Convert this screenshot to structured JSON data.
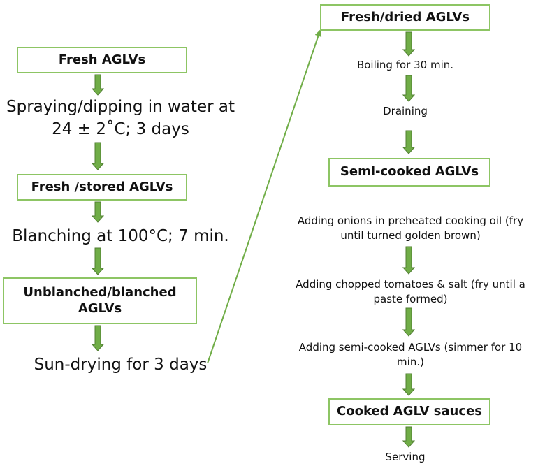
{
  "left_column": {
    "box_fresh": "Fresh AGLVs",
    "step_spraying_line1": "Spraying/dipping in water at",
    "step_spraying_line2": "24 ± 2˚C; 3 days",
    "box_fresh_stored": "Fresh /stored AGLVs",
    "step_blanching": "Blanching at 100°C; 7 min.",
    "box_unblanched_line1": "Unblanched/blanched",
    "box_unblanched_line2": "AGLVs",
    "step_sun_drying": "Sun-drying for 3 days"
  },
  "right_column": {
    "box_fresh_dried": "Fresh/dried AGLVs",
    "step_boiling": "Boiling for 30 min.",
    "step_draining": "Draining",
    "box_semi_cooked": "Semi-cooked AGLVs",
    "step_onions_line1": "Adding onions in preheated cooking oil (fry",
    "step_onions_line2": "until turned golden brown)",
    "step_tomatoes_line1": "Adding chopped tomatoes & salt (fry until a",
    "step_tomatoes_line2": "paste formed)",
    "step_simmer_line1": "Adding semi-cooked AGLVs (simmer for 10",
    "step_simmer_line2": "min.)",
    "box_cooked_sauces": "Cooked AGLV sauces",
    "step_serving": "Serving"
  },
  "colors": {
    "box_border": "#8dc564",
    "arrow_fill": "#70ad47",
    "arrow_stroke": "#507e32",
    "connector": "#70ad47"
  }
}
